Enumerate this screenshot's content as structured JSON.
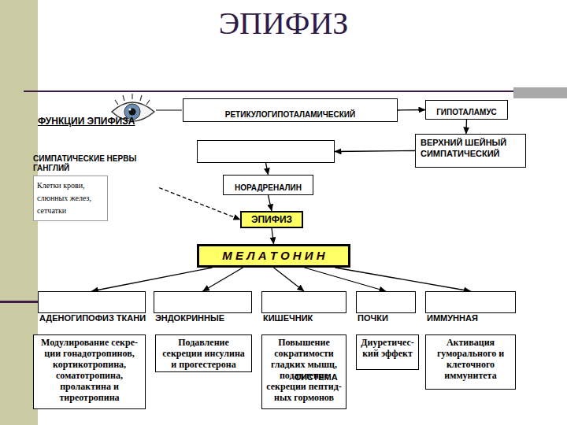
{
  "diagram": {
    "title": "ЭПИФИЗ",
    "nodes": [
      {
        "text": [
          "РЕТИКУЛОГИПОТАЛАМИЧЕСКИЙ"
        ]
      },
      {
        "text": [
          "ГИПОТАЛАМУС"
        ]
      },
      {
        "text": [
          "СИМПАТИЧЕСКИЕ НЕРВЫ ГАНГЛИЙ",
          "Клетки крови, слюнных желез, сетчатки"
        ]
      },
      {
        "text": []
      },
      {
        "text": [
          "ВЕРХНИЙ ШЕЙНЫЙ СИМПАТИЧЕСКИЙ"
        ]
      },
      {
        "text": [
          "НОРАДРЕНАЛИН"
        ]
      },
      {
        "text": [
          "ЭПИФИЗ"
        ]
      },
      {
        "text": [
          "М Е Л А Т О Н И Н"
        ]
      },
      {
        "text": [
          "АДЕНОГИПОФИЗ ТКАНИ"
        ]
      },
      {
        "text": [
          "ЭНДОКРИННЫЕ"
        ]
      },
      {
        "text": [
          "КИШЕЧНИК"
        ]
      },
      {
        "text": [
          "ПОЧКИ"
        ]
      },
      {
        "text": [
          "ИММУННАЯ"
        ]
      },
      {
        "text": [
          "Модулирование секре- ции гонадотропинов, кортикотропина, соматотропина, пролактина и тиреотропина"
        ]
      },
      {
        "text": [
          "Подавление секреции инсулина и прогестерона"
        ]
      },
      {
        "text": [
          "Повышение сократимости гладких мышц, подавление секреции пептид- ных гормонов"
        ]
      },
      {
        "text": [
          "Диуретичес- кий эффект"
        ]
      },
      {
        "text": [
          "Активация гуморального и клеточного иммунитета"
        ]
      }
    ],
    "edges": [
      {
        "from": 0,
        "to": 1,
        "arrow": "to"
      },
      {
        "from": 1,
        "to": 4,
        "arrow": "to"
      },
      {
        "from": 4,
        "to": 3,
        "arrow": "to"
      },
      {
        "from": 3,
        "to": 5,
        "arrow": "to"
      },
      {
        "from": 5,
        "to": 6,
        "arrow": "to"
      },
      {
        "from": 2,
        "to": 6,
        "arrow": "to"
      },
      {
        "from": 6,
        "to": 7,
        "arrow": "to"
      },
      {
        "from": 7,
        "to": 8,
        "arrow": "to"
      },
      {
        "from": 7,
        "to": 9,
        "arrow": "to"
      },
      {
        "from": 7,
        "to": 10,
        "arrow": "to"
      },
      {
        "from": 7,
        "to": 11,
        "arrow": "to"
      },
      {
        "from": 7,
        "to": 12,
        "arrow": "to"
      }
    ],
    "labels": [
      "ФУНКЦИИ ЭПИФИЗА",
      "СИСТЕМА"
    ]
  }
}
